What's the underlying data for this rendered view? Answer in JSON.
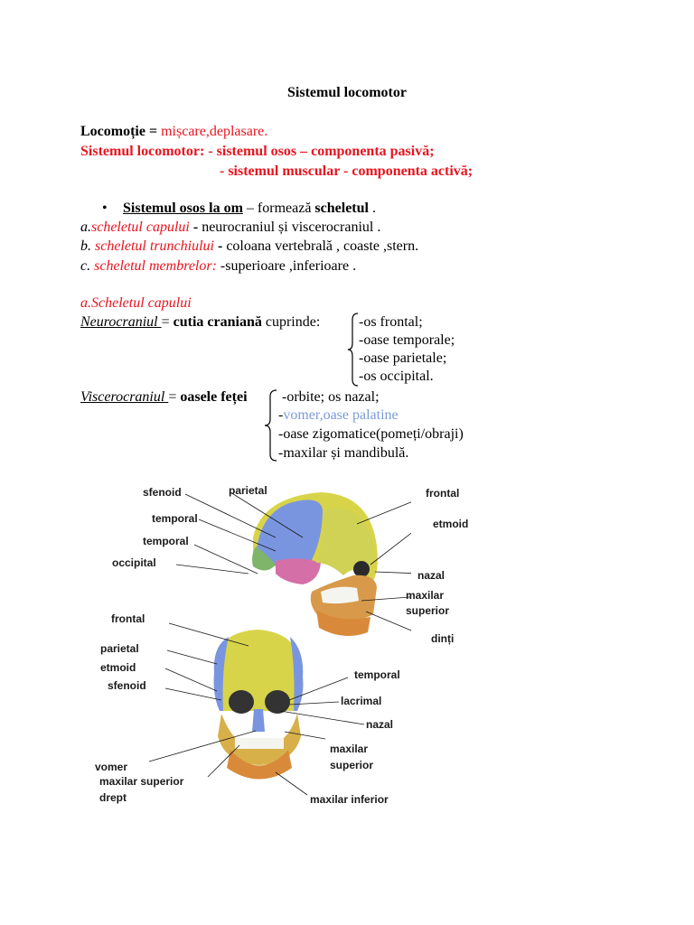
{
  "title": "Sistemul locomotor",
  "locomotie": {
    "label": "Locomoție",
    "eq": " = ",
    "value": "mișcare,deplasare."
  },
  "sistem_line1": {
    "label": "Sistemul locomotor:",
    "rest": " - sistemul osos – componenta pasivă;"
  },
  "sistem_line2": "- sistemul muscular - componenta activă;",
  "bullet": {
    "dot": "•",
    "label": "Sistemul osos la om",
    "mid": " – formează ",
    "strong": "scheletul",
    "end": " ."
  },
  "list": [
    {
      "prefix": "a.",
      "name": "scheletul capului",
      "dash": " - ",
      "text": "neurocraniul  și  viscerocraniul ."
    },
    {
      "prefix": "b. ",
      "name": "scheletul trunchiului",
      "dash": "   - ",
      "text": "coloana vertebrală , coaste ,stern."
    },
    {
      "prefix": "c. ",
      "name": "scheletul membrelor:",
      "dash": "  ",
      "text": "-superioare  ,inferioare ."
    }
  ],
  "section_heading": "a.Scheletul capului",
  "neuro": {
    "label": "Neurocraniul ",
    "eq": " = ",
    "strong": "cutia craniană",
    "rest": " cuprinde:",
    "items": [
      "-os frontal;",
      "-oase temporale;",
      "-oase parietale;",
      "-os occipital."
    ]
  },
  "visc": {
    "label": "Viscerocraniul ",
    "eq": "= ",
    "strong": "oasele feței",
    "items": [
      "-orbite; os nazal;",
      "-",
      "-oase zigomatice(pomeți/obraji)",
      "-maxilar și mandibulă."
    ],
    "item2_blue": "vomer,oase palatine"
  },
  "figure_labels": {
    "side": [
      "sfenoid",
      "parietal",
      "frontal",
      "temporal",
      "etmoid",
      "temporal",
      "occipital",
      "nazal",
      "maxilar",
      "superior",
      "dinți"
    ],
    "front": [
      "frontal",
      "parietal",
      "etmoid",
      "sfenoid",
      "temporal",
      "lacrimal",
      "nazal",
      "maxilar",
      "superior",
      "vomer",
      "maxilar superior",
      "drept",
      "maxilar inferior"
    ]
  }
}
